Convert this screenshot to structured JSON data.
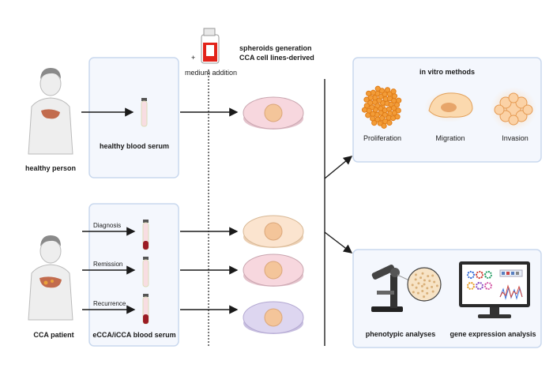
{
  "header": {
    "line1": "spheroids generation",
    "line2": "CCA cell lines-derived",
    "plus": "+",
    "medium": "medium addition"
  },
  "healthy": {
    "person_label": "healthy person",
    "serum_label": "healthy blood serum"
  },
  "patient": {
    "person_label": "CCA patient",
    "serum_label": "eCCA/iCCA blood serum",
    "stages": [
      "Diagnosis",
      "Remission",
      "Recurrence"
    ]
  },
  "in_vitro": {
    "title": "in vitro methods",
    "methods": [
      "Proliferation",
      "Migration",
      "Invasion"
    ]
  },
  "analyses": {
    "phenotypic": "phenotypic analyses",
    "gene": "gene expression analysis"
  },
  "colors": {
    "panel_border": "#c9d8ee",
    "panel_fill": "#f4f7fd",
    "dish_pink": "#f7d7de",
    "dish_peach": "#fbe4cf",
    "dish_purple": "#ddd6f0",
    "spheroid": "#f4c59a",
    "accent_orange": "#f29c38",
    "flask_red": "#e2231a"
  }
}
